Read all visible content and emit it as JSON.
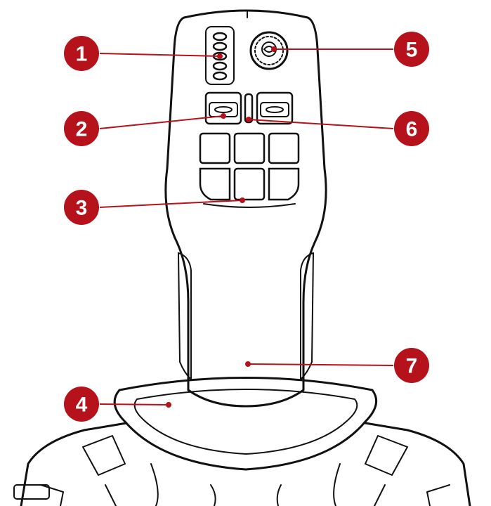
{
  "callout_color": "#b5121b",
  "callouts": [
    {
      "label": "1",
      "component": "mini-button-stack"
    },
    {
      "label": "2",
      "component": "left-rocker-button"
    },
    {
      "label": "3",
      "component": "button-grid"
    },
    {
      "label": "4",
      "component": "base-collar"
    },
    {
      "label": "5",
      "component": "thumb-wheel"
    },
    {
      "label": "6",
      "component": "center-led"
    },
    {
      "label": "7",
      "component": "handle-grip"
    }
  ]
}
